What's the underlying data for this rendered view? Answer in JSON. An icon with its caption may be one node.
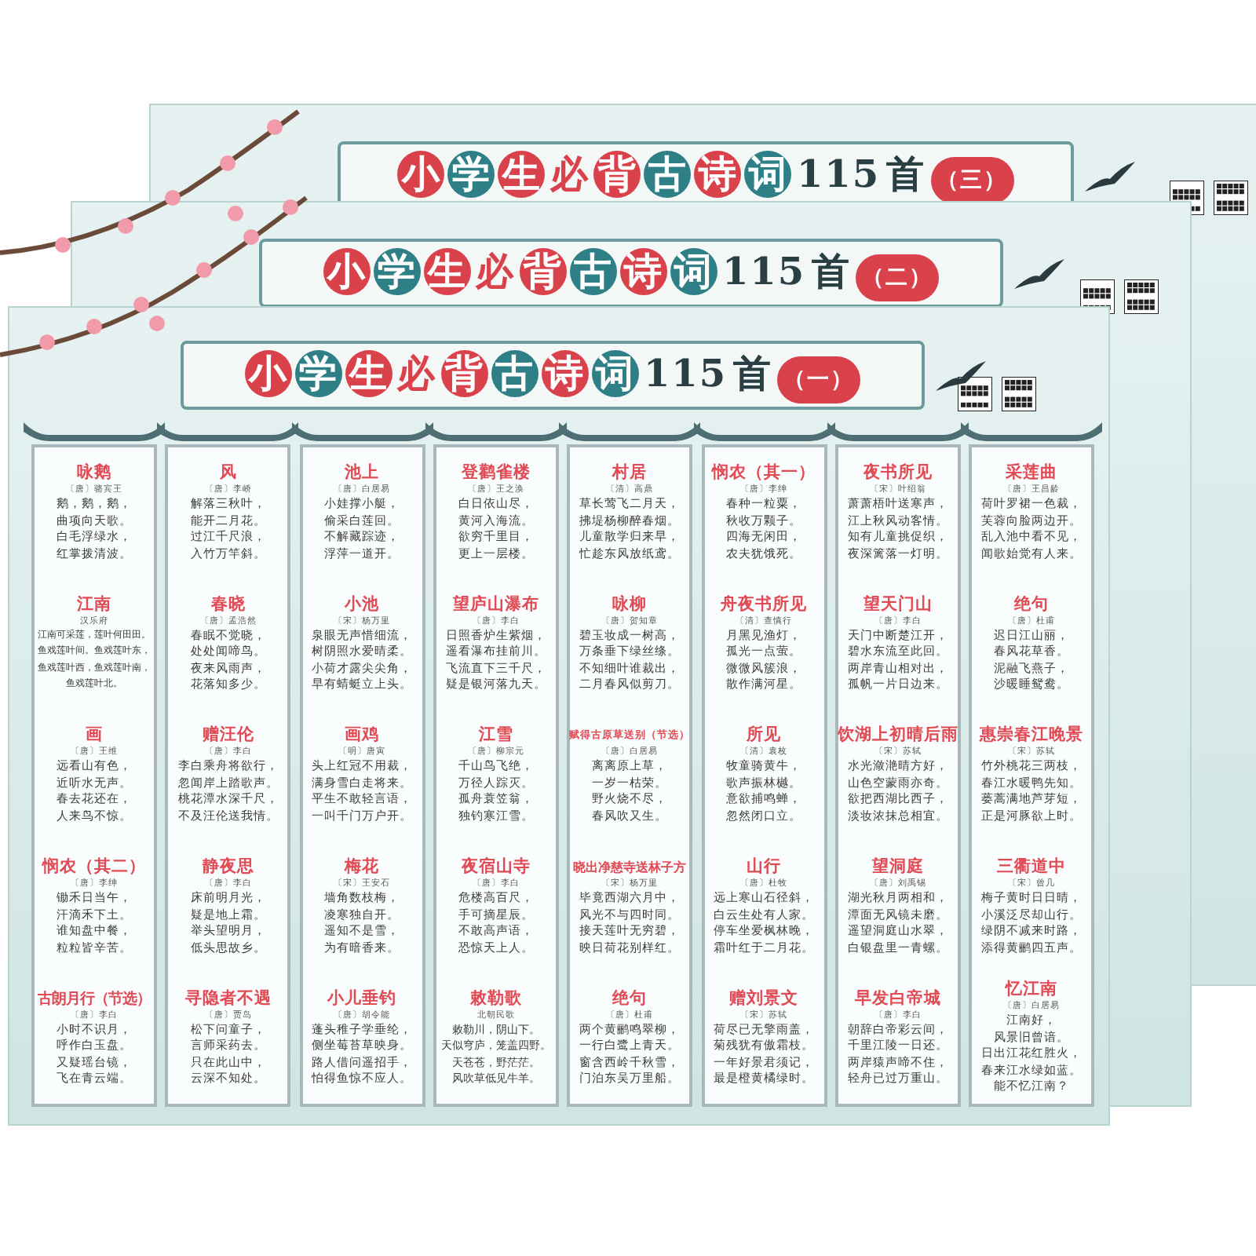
{
  "diagram": {
    "title": "小学生必背古诗词115首（一）",
    "nodes": [
      {
        "text": [
          "咏鹅",
          "〔唐〕骆宾王",
          "鹅，鹅，鹅，曲项向天歌。白毛浮绿水，红掌拨清波。",
          "江南",
          "汉乐府",
          "江南可采莲，莲叶何田田。鱼戏莲叶间。鱼戏莲叶东，鱼戏莲叶西，鱼戏莲叶南，鱼戏莲叶北。",
          "画",
          "〔唐〕王维",
          "远看山有色，近听水无声。春去花还在，人来鸟不惊。",
          "悯农（其二）",
          "〔唐〕李绅",
          "锄禾日当午，汗滴禾下土。谁知盘中餐，粒粒皆辛苦。",
          "古朗月行（节选）",
          "〔唐〕李白",
          "小时不识月，呼作白玉盘。又疑瑶台镜，飞在青云端。"
        ]
      },
      {
        "text": [
          "风",
          "〔唐〕李峤",
          "解落三秋叶，能开二月花。过江千尺浪，入竹万竿斜。",
          "春晓",
          "〔唐〕孟浩然",
          "春眠不觉晓，处处闻啼鸟。夜来风雨声，花落知多少。",
          "赠汪伦",
          "〔唐〕李白",
          "李白乘舟将欲行，忽闻岸上踏歌声。桃花潭水深千尺，不及汪伦送我情。",
          "静夜思",
          "〔唐〕李白",
          "床前明月光，疑是地上霜。举头望明月，低头思故乡。",
          "寻隐者不遇",
          "〔唐〕贾岛",
          "松下问童子，言师采药去。只在此山中，云深不知处。"
        ]
      },
      {
        "text": [
          "池上",
          "〔唐〕白居易",
          "小娃撑小艇，偷采白莲回。不解藏踪迹，浮萍一道开。",
          "小池",
          "〔宋〕杨万里",
          "泉眼无声惜细流，树阴照水爱晴柔。小荷才露尖尖角，早有蜻蜓立上头。",
          "画鸡",
          "〔明〕唐寅",
          "头上红冠不用裁，满身雪白走将来。平生不敢轻言语，一叫千门万户开。",
          "梅花",
          "〔宋〕王安石",
          "墙角数枝梅，凌寒独自开。遥知不是雪，为有暗香来。",
          "小儿垂钓",
          "〔唐〕胡令能",
          "蓬头稚子学垂纶，侧坐莓苔草映身。路人借问遥招手，怕得鱼惊不应人。"
        ]
      },
      {
        "text": [
          "登鹳雀楼",
          "〔唐〕王之涣",
          "白日依山尽，黄河入海流。欲穷千里目，更上一层楼。",
          "望庐山瀑布",
          "〔唐〕李白",
          "日照香炉生紫烟，遥看瀑布挂前川。飞流直下三千尺，疑是银河落九天。",
          "江雪",
          "〔唐〕柳宗元",
          "千山鸟飞绝，万径人踪灭。孤舟蓑笠翁，独钓寒江雪。",
          "夜宿山寺",
          "〔唐〕李白",
          "危楼高百尺，手可摘星辰。不敢高声语，恐惊天上人。",
          "敕勒歌",
          "北朝民歌",
          "敕勒川，阴山下。天似穹庐，笼盖四野。天苍苍，野茫茫。风吹草低见牛羊。"
        ]
      },
      {
        "text": [
          "村居",
          "〔清〕高鼎",
          "草长莺飞二月天，拂堤杨柳醉春烟。儿童散学归来早，忙趁东风放纸鸢。",
          "咏柳",
          "〔唐〕贺知章",
          "碧玉妆成一树高，万条垂下绿丝绦。不知细叶谁裁出，二月春风似剪刀。",
          "赋得古原草送别（节选）",
          "〔唐〕白居易",
          "离离原上草，一岁一枯荣。野火烧不尽，春风吹又生。",
          "晓出净慈寺送林子方",
          "〔宋〕杨万里",
          "毕竟西湖六月中，风光不与四时同。接天莲叶无穷碧，映日荷花别样红。",
          "绝句",
          "〔唐〕杜甫",
          "两个黄鹂鸣翠柳，一行白鹭上青天。窗含西岭千秋雪，门泊东吴万里船。"
        ]
      },
      {
        "text": [
          "悯农（其一）",
          "〔唐〕李绅",
          "春种一粒粟，秋收万颗子。四海无闲田，农夫犹饿死。",
          "舟夜书所见",
          "〔清〕查慎行",
          "月黑见渔灯，孤光一点萤。微微风簇浪，散作满河星。",
          "所见",
          "〔清〕袁枚",
          "牧童骑黄牛，歌声振林樾。意欲捕鸣蝉，忽然闭口立。",
          "山行",
          "〔唐〕杜牧",
          "远上寒山石径斜，白云生处有人家。停车坐爱枫林晚，霜叶红于二月花。",
          "赠刘景文",
          "〔宋〕苏轼",
          "荷尽已无擎雨盖，菊残犹有傲霜枝。一年好景君须记，最是橙黄橘绿时。"
        ]
      },
      {
        "text": [
          "夜书所见",
          "〔宋〕叶绍翁",
          "萧萧梧叶送寒声，江上秋风动客情。知有儿童挑促织，夜深篱落一灯明。",
          "望天门山",
          "〔唐〕李白",
          "天门中断楚江开，碧水东流至此回。两岸青山相对出，孤帆一片日边来。",
          "饮湖上初晴后雨",
          "〔宋〕苏轼",
          "水光潋滟晴方好，山色空蒙雨亦奇。欲把西湖比西子，淡妆浓抹总相宜。",
          "望洞庭",
          "〔唐〕刘禹锡",
          "湖光秋月两相和，潭面无风镜未磨。遥望洞庭山水翠，白银盘里一青螺。",
          "早发白帝城",
          "〔唐〕李白",
          "朝辞白帝彩云间，千里江陵一日还。两岸猿声啼不住，轻舟已过万重山。"
        ]
      },
      {
        "text": [
          "采莲曲",
          "〔唐〕王昌龄",
          "荷叶罗裙一色裁，芙蓉向脸两边开。乱入池中看不见，闻歌始觉有人来。",
          "绝句",
          "〔唐〕杜甫",
          "迟日江山丽，春风花草香。泥融飞燕子，沙暖睡鸳鸯。",
          "惠崇春江晚景",
          "〔宋〕苏轼",
          "竹外桃花三两枝，春江水暖鸭先知。蒌蒿满地芦芽短，正是河豚欲上时。",
          "三衢道中",
          "〔宋〕曾几",
          "梅子黄时日日晴，小溪泛尽却山行。绿阴不减来时路，添得黄鹂四五声。",
          "忆江南",
          "〔唐〕白居易",
          "江南好，风景旧曾谙。日出江花红胜火，春来江水绿如蓝。能不忆江南？"
        ]
      }
    ],
    "labels": [
      "小学生必背古诗词115首（三）",
      "小学生必背古诗词115首（二）"
    ]
  }
}
